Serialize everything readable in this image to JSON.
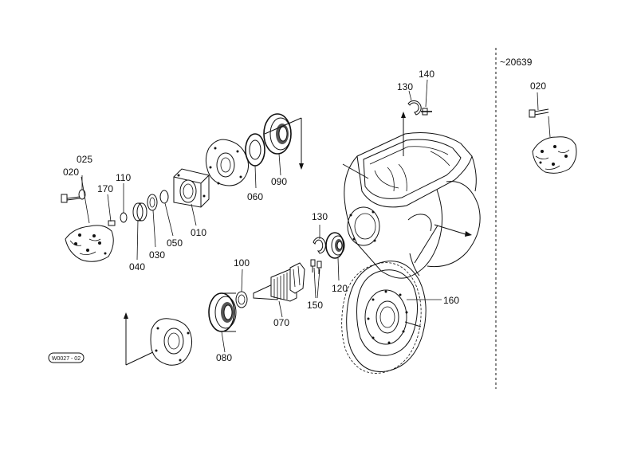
{
  "diagram": {
    "serial_note": "~20639",
    "stamp": "W0027 - 02",
    "callouts": [
      {
        "id": "020-left",
        "label": "020"
      },
      {
        "id": "025",
        "label": "025"
      },
      {
        "id": "110",
        "label": "110"
      },
      {
        "id": "170",
        "label": "170"
      },
      {
        "id": "040",
        "label": "040"
      },
      {
        "id": "030",
        "label": "030"
      },
      {
        "id": "050",
        "label": "050"
      },
      {
        "id": "010",
        "label": "010"
      },
      {
        "id": "060",
        "label": "060"
      },
      {
        "id": "090",
        "label": "090"
      },
      {
        "id": "130-top",
        "label": "130"
      },
      {
        "id": "140",
        "label": "140"
      },
      {
        "id": "130-mid",
        "label": "130"
      },
      {
        "id": "100",
        "label": "100"
      },
      {
        "id": "120",
        "label": "120"
      },
      {
        "id": "150",
        "label": "150"
      },
      {
        "id": "070",
        "label": "070"
      },
      {
        "id": "080",
        "label": "080"
      },
      {
        "id": "160",
        "label": "160"
      },
      {
        "id": "020-right",
        "label": "020"
      }
    ]
  }
}
